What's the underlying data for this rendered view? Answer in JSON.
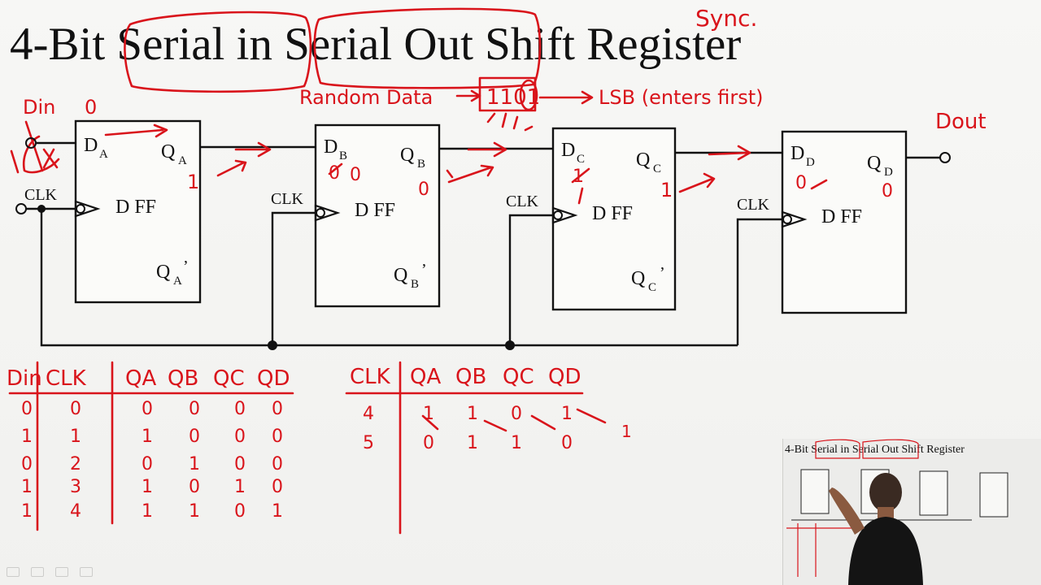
{
  "title": "4-Bit Serial in Serial Out Shift Register",
  "annotations": {
    "sync": "Sync.",
    "random_data": "Random Data",
    "data_bits": "1101",
    "lsb_note": "LSB (enters first)",
    "din": "Din",
    "din_value": "0",
    "dout": "Dout"
  },
  "flipflops": [
    {
      "d": "D",
      "d_sub": "A",
      "q": "Q",
      "q_sub": "A",
      "qbar": "Q",
      "qbar_sub": "A",
      "type": "D FF",
      "clk": "CLK"
    },
    {
      "d": "D",
      "d_sub": "B",
      "q": "Q",
      "q_sub": "B",
      "qbar": "Q",
      "qbar_sub": "B",
      "type": "D FF",
      "clk": "CLK"
    },
    {
      "d": "D",
      "d_sub": "C",
      "q": "Q",
      "q_sub": "C",
      "qbar": "Q",
      "qbar_sub": "C",
      "type": "D FF",
      "clk": "CLK"
    },
    {
      "d": "D",
      "d_sub": "D",
      "q": "Q",
      "q_sub": "D",
      "type": "D FF",
      "clk": "CLK"
    }
  ],
  "ink_values": {
    "qa": "1",
    "db": "0",
    "qb": "0",
    "dc": "1",
    "qc": "1",
    "dd": "0",
    "qd": "0"
  },
  "table1": {
    "headers": [
      "Din",
      "CLK",
      "QA",
      "QB",
      "QC",
      "QD"
    ],
    "rows": [
      [
        "0",
        "0",
        "0",
        "0",
        "0",
        "0"
      ],
      [
        "1",
        "1",
        "1",
        "0",
        "0",
        "0"
      ],
      [
        "0",
        "2",
        "0",
        "1",
        "0",
        "0"
      ],
      [
        "1",
        "3",
        "1",
        "0",
        "1",
        "0"
      ],
      [
        "1",
        "4",
        "1",
        "1",
        "0",
        "1"
      ]
    ]
  },
  "table2": {
    "headers": [
      "CLK",
      "QA",
      "QB",
      "QC",
      "QD"
    ],
    "rows": [
      [
        "4",
        "1",
        "1",
        "0",
        "1"
      ],
      [
        "5",
        "0",
        "1",
        "1",
        "0"
      ]
    ],
    "trailing": "1"
  },
  "pip": {
    "title": "4-Bit Serial in Serial Out Shift Register"
  }
}
